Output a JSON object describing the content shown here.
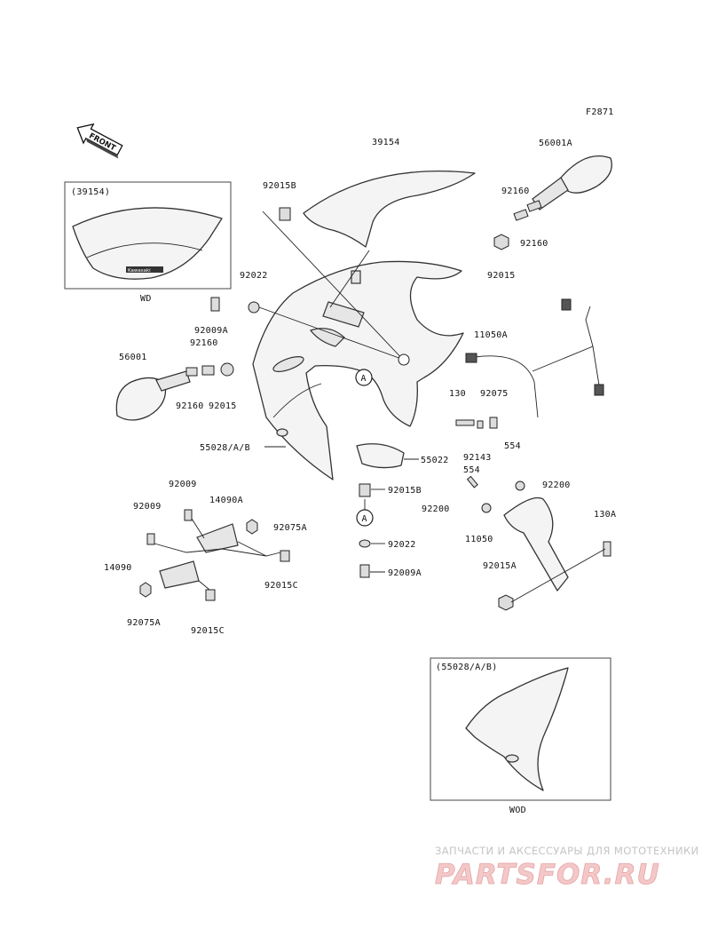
{
  "figure_code": "F2871",
  "front_arrow": "FRONT",
  "inset_windshield": {
    "ref": "(39154)",
    "caption": "WD",
    "brand_text": "Kawasaki"
  },
  "inset_cowl": {
    "ref": "(55028/A/B)",
    "caption": "WOD"
  },
  "callout_a": "A",
  "labels": {
    "l39154": "39154",
    "l56001A": "56001A",
    "l92015B_top": "92015B",
    "l92160_r1": "92160",
    "l92160_r2": "92160",
    "l92015_r": "92015",
    "l92022_top": "92022",
    "l92009A_top": "92009A",
    "l92160_l": "92160",
    "l56001": "56001",
    "l92160_l2": "92160",
    "l92015_l": "92015",
    "l11050A": "11050A",
    "l130": "130",
    "l92075": "92075",
    "l554_a": "554",
    "l92143": "92143",
    "l55028AB": "55028/A/B",
    "l55022": "55022",
    "l92015B_mid": "92015B",
    "l554_b": "554",
    "l92200_r": "92200",
    "l92200_l": "92200",
    "l130A": "130A",
    "l11050": "11050",
    "l92022_bot": "92022",
    "l92009A_bot": "92009A",
    "l92015A": "92015A",
    "l92009_a": "92009",
    "l14090A": "14090A",
    "l92009_b": "92009",
    "l92075A_top": "92075A",
    "l14090": "14090",
    "l92015C_r": "92015C",
    "l92075A_bot": "92075A",
    "l92015C_b": "92015C"
  },
  "watermark": {
    "tagline": "ЗАПЧАСТИ И АКСЕССУАРЫ ДЛЯ МОТОТЕХНИКИ",
    "brand": "PARTSFOR.RU",
    "color": "#e38f8f"
  }
}
